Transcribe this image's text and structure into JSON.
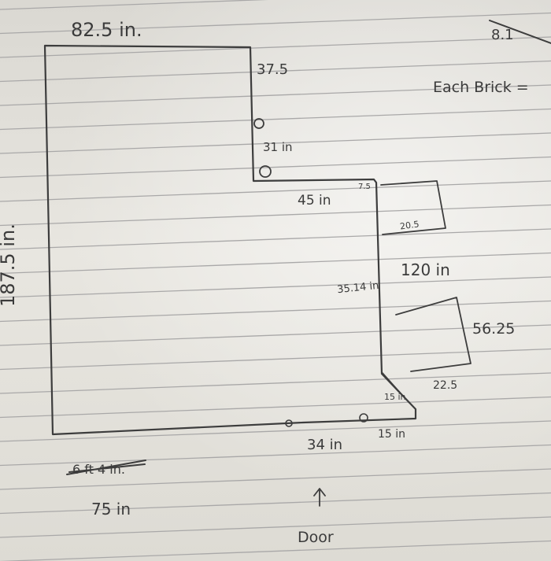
{
  "labels": {
    "top_width": "82.5 in.",
    "right_top_segment": "37.5",
    "right_mid_segment": "31 in",
    "step_width": "45 in",
    "step_corner": "7.5",
    "small_box_label": "20.5",
    "right_long_segment": "120 in",
    "inner_offset": "35.14 in",
    "box_height": "56.25",
    "box_width": "22.5",
    "corner_bottom": "15 in",
    "left_height": "187.5 in.",
    "bottom_mid": "34 in",
    "bottom_right": "15 in",
    "crossed_out": "6 ft 4 in.",
    "bottom_left": "75 in",
    "door": "Door",
    "top_right_note": "8.1",
    "each_brick": "Each Brick ="
  },
  "colors": {
    "ink": "#3d3d3d",
    "rule_line": "#a9a8a8"
  }
}
